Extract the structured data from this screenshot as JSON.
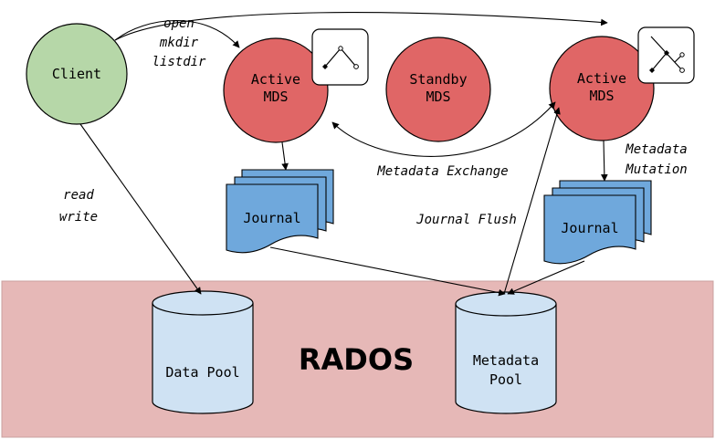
{
  "client": {
    "label": "Client"
  },
  "active_mds_left": {
    "line1": "Active",
    "line2": "MDS"
  },
  "standby_mds": {
    "line1": "Standby",
    "line2": "MDS"
  },
  "active_mds_right": {
    "line1": "Active",
    "line2": "MDS"
  },
  "client_ops": {
    "line1": "open",
    "line2": "mkdir",
    "line3": "listdir"
  },
  "data_ops": {
    "line1": "read",
    "line2": "write"
  },
  "metadata_exchange": "Metadata Exchange",
  "metadata_mutation": {
    "line1": "Metadata",
    "line2": "Mutation"
  },
  "journal_flush": "Journal Flush",
  "journal_left": "Journal",
  "journal_right": "Journal",
  "rados": "RADOS",
  "data_pool": "Data Pool",
  "metadata_pool": {
    "line1": "Metadata",
    "line2": "Pool"
  },
  "colors": {
    "rados_band": "#e6b8b7",
    "client": "#b6d7a8",
    "mds": "#e06666",
    "journal": "#6fa8dc",
    "pool": "#cfe2f3",
    "stroke": "#000000"
  }
}
